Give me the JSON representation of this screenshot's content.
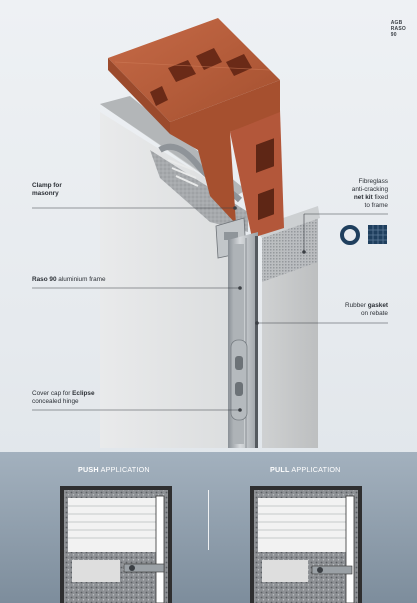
{
  "brand": {
    "lines": [
      "AGB",
      "RASO",
      "90"
    ]
  },
  "callouts": {
    "clamp": {
      "bold": "Clamp for",
      "bold2": "masonry"
    },
    "fibreglass": {
      "line1": "Fibreglass",
      "line2": "anti-cracking",
      "line3_bold": "net kit",
      "line3_rest": " fixed",
      "line4": "to frame"
    },
    "frame": {
      "bold": "Raso 90",
      "rest": " aluminium frame"
    },
    "gasket": {
      "pre": "Rubber ",
      "bold": "gasket",
      "line2": "on rebate"
    },
    "cover": {
      "line1": "Cover cap for ",
      "line1_bold": "Eclipse",
      "line2": "concealed hinge"
    }
  },
  "applications": {
    "push": {
      "bold": "PUSH",
      "rest": " APPLICATION"
    },
    "pull": {
      "bold": "PULL",
      "rest": " APPLICATION"
    }
  },
  "colors": {
    "brick": "#b45a3a",
    "brick_dark": "#7f3b24",
    "panel": "#e3e4e5",
    "concrete": "#bfc1c2",
    "accent_navy": "#1f3f5e",
    "lower_bg": "#8696a5"
  }
}
